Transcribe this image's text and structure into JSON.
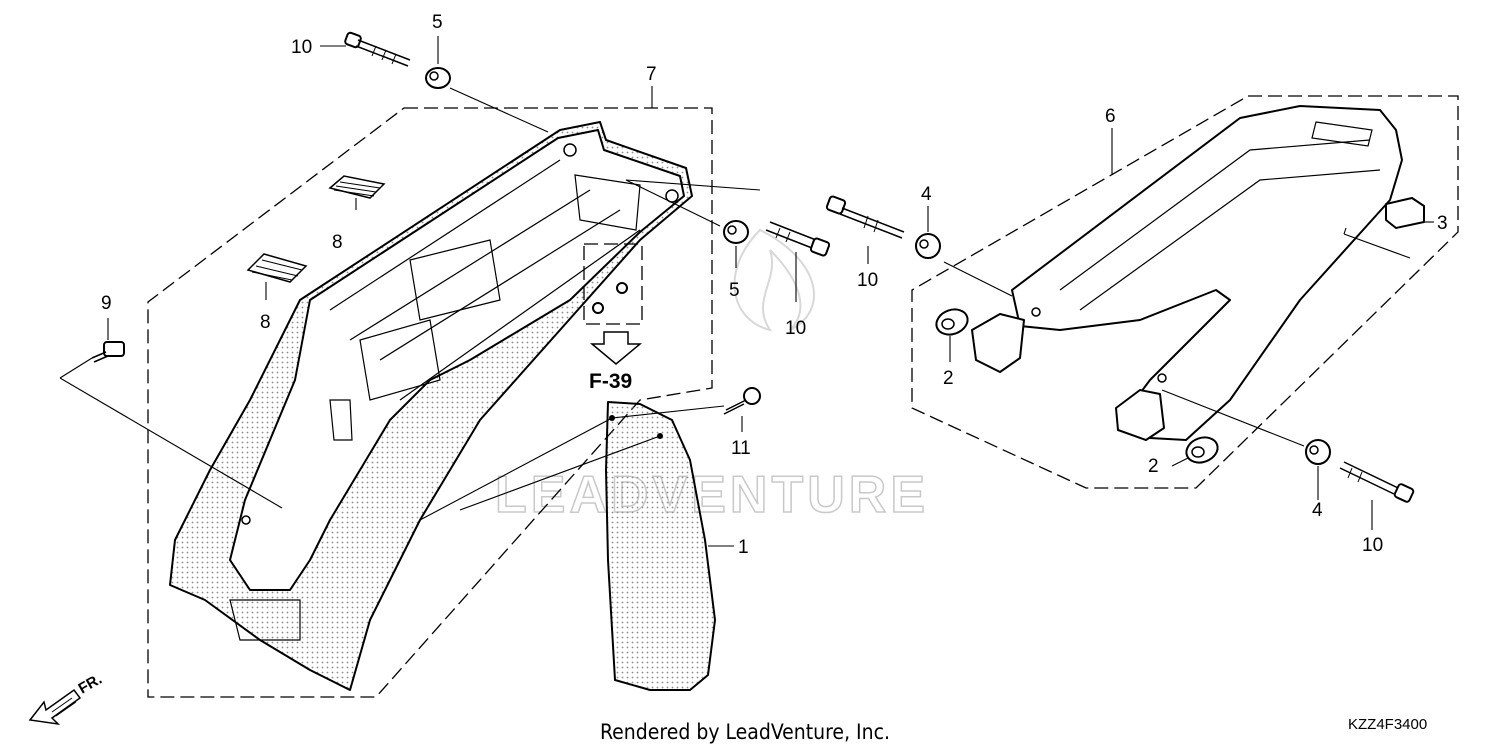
{
  "diagram_code": "KZZ4F3400",
  "credit": "Rendered by LeadVenture, Inc.",
  "reference": "F-39",
  "direction_label": "FR.",
  "watermark": "LEADVENTURE",
  "callouts": {
    "c1": "1",
    "c2a": "2",
    "c2b": "2",
    "c3": "3",
    "c4a": "4",
    "c4b": "4",
    "c5a": "5",
    "c5b": "5",
    "c6": "6",
    "c7": "7",
    "c8a": "8",
    "c8b": "8",
    "c9": "9",
    "c10a": "10",
    "c10b": "10",
    "c10c": "10",
    "c10d": "10",
    "c11": "11"
  },
  "icons": {
    "direction_arrow": "front-direction-arrow-icon",
    "reference_arrow": "down-arrow-icon"
  }
}
